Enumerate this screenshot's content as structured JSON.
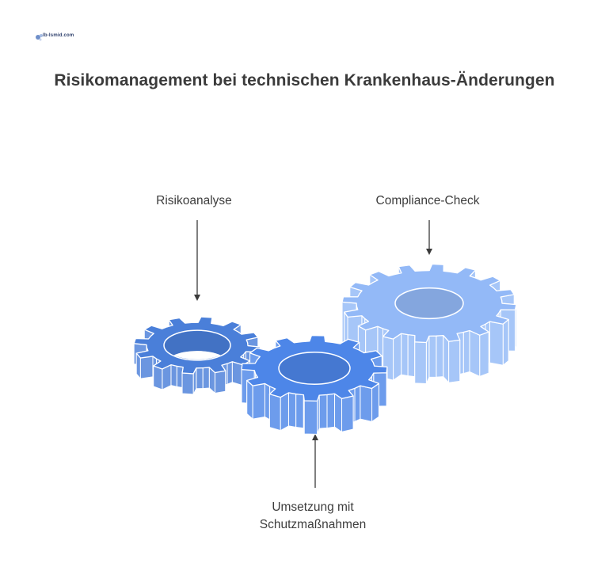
{
  "header": {
    "logo_text": "Ib-Ismid.com",
    "title": "Risikomanagement bei technischen Krankenhaus-Änderungen"
  },
  "diagram": {
    "gears": [
      {
        "name": "risikoanalyse",
        "label": "Risikoanalyse",
        "color": "#4a7fd9"
      },
      {
        "name": "umsetzung",
        "label_line1": "Umsetzung mit",
        "label_line2": "Schutzmaßnahmen",
        "color": "#4d86e8"
      },
      {
        "name": "compliance",
        "label": "Compliance-Check",
        "color": "#93b9f7"
      }
    ],
    "arrow_color": "#3a3a3a"
  }
}
